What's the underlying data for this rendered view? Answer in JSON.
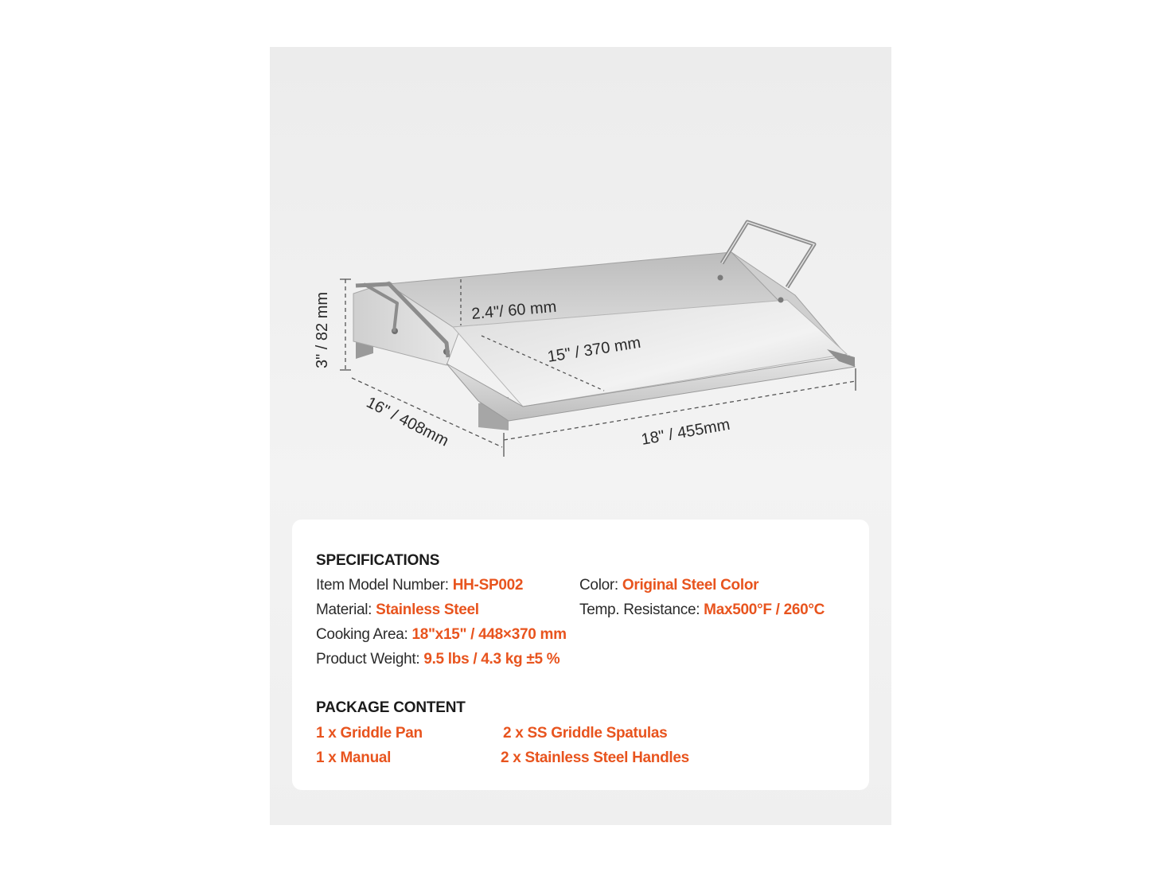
{
  "dimensions": {
    "height": "3\" / 82 mm",
    "depth": "16\" / 408mm",
    "width": "18\" / 455mm",
    "inner_depth": "2.4\"/ 60 mm",
    "inner_length": "15\" / 370 mm"
  },
  "specifications": {
    "title": "SPECIFICATIONS",
    "model_label": "Item Model Number: ",
    "model_value": "HH-SP002",
    "color_label": "Color: ",
    "color_value": "Original Steel Color",
    "material_label": "Material: ",
    "material_value": "Stainless Steel",
    "temp_label": "Temp. Resistance: ",
    "temp_value": "Max500°F / 260°C",
    "area_label": "Cooking Area: ",
    "area_value": "18\"x15\" / 448×370 mm",
    "weight_label": "Product Weight: ",
    "weight_value": "9.5 lbs / 4.3 kg ±5 %"
  },
  "package": {
    "title": "PACKAGE CONTENT",
    "items": [
      "1 x Griddle Pan",
      "2 x SS Griddle Spatulas",
      "1 x Manual",
      "2 x Stainless Steel Handles"
    ]
  },
  "colors": {
    "accent": "#e8541e",
    "panel": "#eeeeee",
    "card": "#ffffff"
  }
}
